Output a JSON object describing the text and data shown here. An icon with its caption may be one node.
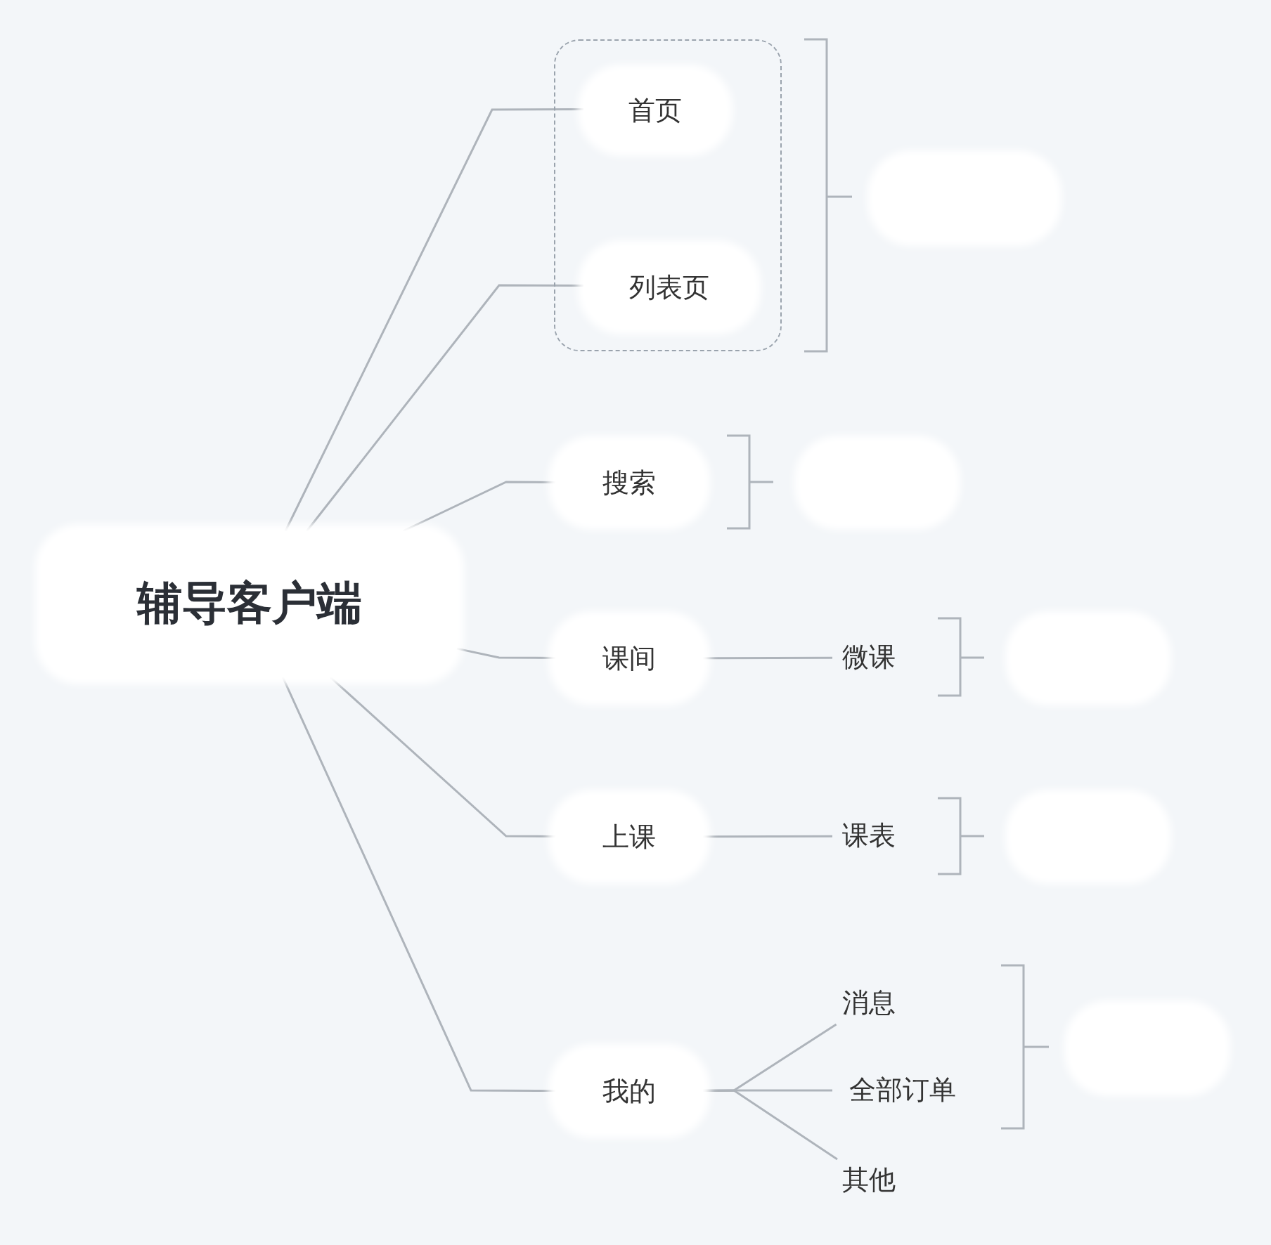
{
  "diagram": {
    "nodes": [
      {
        "text": [
          "辅导客户端"
        ]
      },
      {
        "text": [],
        "shape": "box"
      },
      {
        "text": [
          "首页"
        ],
        "in": 1
      },
      {
        "text": [
          "列表页"
        ],
        "in": 1
      },
      {
        "text": [],
        "shape": "cloud"
      },
      {
        "text": [
          "搜索"
        ]
      },
      {
        "text": [],
        "shape": "cloud"
      },
      {
        "text": [
          "课间"
        ]
      },
      {
        "text": [
          "微课"
        ]
      },
      {
        "text": [],
        "shape": "cloud"
      },
      {
        "text": [
          "上课"
        ]
      },
      {
        "text": [
          "课表"
        ]
      },
      {
        "text": [],
        "shape": "cloud"
      },
      {
        "text": [
          "我的"
        ]
      },
      {
        "text": [
          "消息"
        ]
      },
      {
        "text": [
          "全部订单"
        ]
      },
      {
        "text": [
          "其他"
        ]
      },
      {
        "text": [],
        "shape": "cloud"
      }
    ],
    "edges": [
      {
        "from": 0,
        "to": 2,
        "arrow": "none"
      },
      {
        "from": 0,
        "to": 3,
        "arrow": "none"
      },
      {
        "from": 0,
        "to": 5,
        "arrow": "none"
      },
      {
        "from": 0,
        "to": 7,
        "arrow": "none"
      },
      {
        "from": 0,
        "to": 10,
        "arrow": "none"
      },
      {
        "from": 0,
        "to": 13,
        "arrow": "none"
      },
      {
        "from": 7,
        "to": 8,
        "arrow": "none"
      },
      {
        "from": 10,
        "to": 11,
        "arrow": "none"
      },
      {
        "from": 13,
        "to": 14,
        "arrow": "none"
      },
      {
        "from": 13,
        "to": 15,
        "arrow": "none"
      },
      {
        "from": 13,
        "to": 16,
        "arrow": "none"
      }
    ]
  }
}
